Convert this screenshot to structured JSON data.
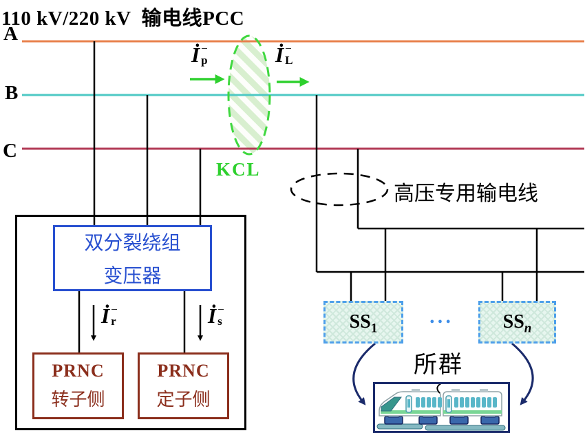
{
  "title": "110 kV/220 kV  输电线PCC",
  "phases": [
    {
      "label": "A"
    },
    {
      "label": "B"
    },
    {
      "label": "C"
    }
  ],
  "currents": {
    "ip": {
      "base": "İ",
      "sup": "−",
      "sub": "p"
    },
    "il": {
      "base": "İ",
      "sup": "−",
      "sub": "L"
    },
    "ir": {
      "base": "İ",
      "sup": "−",
      "sub": "r"
    },
    "is": {
      "base": "İ",
      "sup": "−",
      "sub": "s"
    }
  },
  "kcl_label": "KCL",
  "hv_line_label": "高压专用输电线",
  "transformer": {
    "line1": "双分裂绕组",
    "line2": "变压器"
  },
  "prnc_rotor": {
    "line1": "PRNC",
    "line2": "转子侧"
  },
  "prnc_stator": {
    "line1": "PRNC",
    "line2": "定子侧"
  },
  "substations": {
    "ss1_base": "SS",
    "ss1_sub": "1",
    "ssn_base": "SS",
    "ssn_sub": "n",
    "ellipsis": "●●●"
  },
  "group_label": "所群",
  "colors": {
    "phase_a": "#E8814D",
    "phase_b": "#4EC9C4",
    "phase_c": "#B23A55",
    "green_arrow": "#2ED02E",
    "kcl_hatch": "#D8EFCF",
    "transformer_blue": "#2850D0",
    "prnc_brown": "#8B2E1C",
    "ss_border": "#4D9FEA",
    "ss_fill": "#E7F6EF",
    "navy": "#1B2B6B",
    "dots_color": "#3E8EE8",
    "wire_black": "#000000"
  }
}
